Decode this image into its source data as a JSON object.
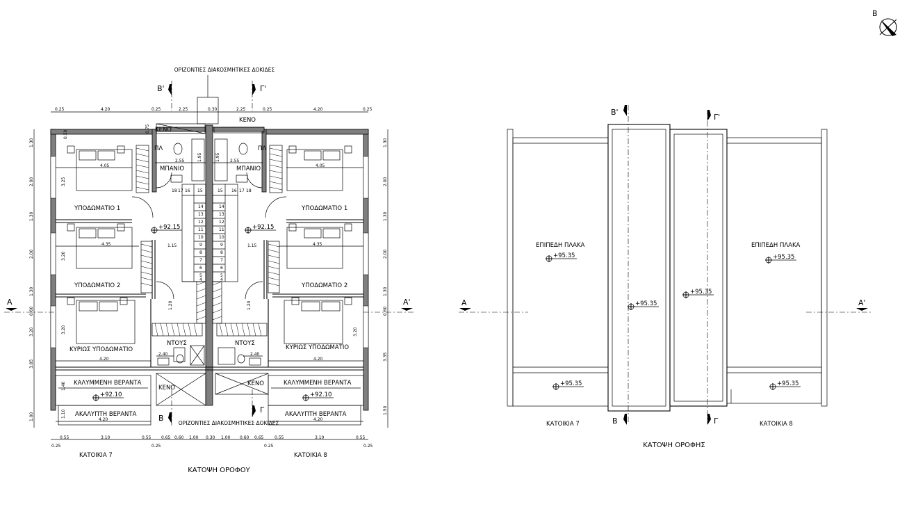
{
  "left_plan": {
    "title": "ΚΑΤΟΨΗ ΟΡΟΦΟΥ",
    "beams_label_top": "ΟΡΙΖΟΝΤΙΕΣ ΔΙΑΚΟΣΜΗΤΙΚΕΣ ΔΟΚΙΔΕΣ",
    "beams_label_bottom": "ΟΡΙΖΟΝΤΙΕΣ ΔΙΑΚΟΣΜΗΤΙΚΕΣ ΔΟΚΙΔΕΣ",
    "void_label": "ΚΕΝΟ",
    "pa_label": "ΠΛ",
    "house_left": "ΚΑΤΟΙΚΙΑ 7",
    "house_right": "ΚΑΤΟΙΚΙΑ 8",
    "rooms": {
      "bathroom": "ΜΠΑΝΙΟ",
      "bedroom1": "ΥΠΟΔΩΜΑΤΙΟ 1",
      "bedroom2": "ΥΠΟΔΩΜΑΤΙΟ 2",
      "master": "ΚΥΡΙΩΣ ΥΠΟΔΩΜΑΤΙΟ",
      "ensuite": "ΝΤΟΥΣ",
      "covered_veranda": "ΚΑΛΥΜΜΕΝΗ ΒΕΡΑΝΤΑ",
      "open_veranda": "ΑΚΑΛΥΠΤΗ ΒΕΡΑΝΤΑ"
    },
    "levels": {
      "floor": "+92.15",
      "veranda": "+92.10"
    },
    "stairs_right": [
      "15",
      "16",
      "17",
      "18",
      "14",
      "13",
      "12",
      "11",
      "10",
      "9",
      "8",
      "7",
      "6",
      "5",
      "4"
    ],
    "stairs_left": [
      "18",
      "17",
      "16",
      "15",
      "14",
      "13",
      "12",
      "11",
      "10",
      "9",
      "8",
      "7",
      "6",
      "5",
      "4"
    ],
    "top_dims": [
      "0.25",
      "4.20",
      "0.25",
      "2.25",
      "0.30",
      "2.25",
      "0.25",
      "4.20",
      "0.25"
    ],
    "bottom_dims_1": [
      "0.55",
      "3.10",
      "0.55",
      "0.65",
      "0.60",
      "1.00",
      "0.30",
      "1.00",
      "0.60",
      "0.65",
      "0.55",
      "3.10",
      "0.55"
    ],
    "bottom_dims_2": [
      "0.25",
      "0.25",
      "0.25",
      "0.25"
    ],
    "left_dims": [
      "1.30",
      "2.00",
      "1.30",
      "2.00",
      "1.30",
      "0.60",
      "3.20",
      "3.85",
      "1.00"
    ],
    "left_inner_dims": [
      "0.50",
      "3.25",
      "3.20",
      "3.20",
      "1.40",
      "1.10"
    ],
    "right_dims": [
      "1.30",
      "2.00",
      "1.30",
      "2.00",
      "1.30",
      "0.60",
      "3.20",
      "3.35",
      "1.50"
    ],
    "inner_dims": {
      "bed1_w": "4.05",
      "bed2_w": "4.35",
      "master_w": "4.20",
      "bath_w": "2.55",
      "bath_h": "1.95",
      "corr": "1.15",
      "ens_w": "2.40",
      "open_w": "4.20",
      "corr_h": "1.20",
      "top_small": "0.75"
    },
    "section_marks": {
      "A": "A",
      "A2": "A'",
      "B": "B",
      "B2": "B'",
      "G": "Γ",
      "G2": "Γ'"
    }
  },
  "right_plan": {
    "title": "ΚΑΤΟΨΗ ΟΡΟΦΗΣ",
    "flat_slab": "ΕΠΙΠΕΔΗ ΠΛΑΚΑ",
    "level": "+95.35",
    "house_left": "ΚΑΤΟΙΚΙΑ 7",
    "house_right": "ΚΑΤΟΙΚΙΑ 8",
    "section_marks": {
      "A": "A",
      "A2": "A'",
      "B": "B",
      "B2": "B'",
      "G": "Γ",
      "G2": "Γ'"
    }
  },
  "north": {
    "label": "B"
  }
}
